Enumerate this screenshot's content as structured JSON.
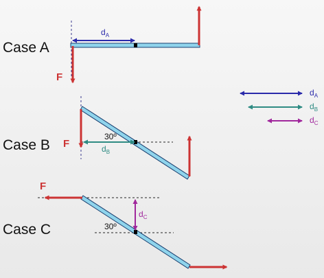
{
  "cases": [
    {
      "id": "A",
      "label": "Case A",
      "force_label": "F",
      "distance_label": "d",
      "distance_sub": "A"
    },
    {
      "id": "B",
      "label": "Case B",
      "force_label": "F",
      "angle_label": "30º",
      "distance_label": "d",
      "distance_sub": "B"
    },
    {
      "id": "C",
      "label": "Case C",
      "force_label": "F",
      "angle_label": "30º",
      "distance_label": "d",
      "distance_sub": "C"
    }
  ],
  "legend": [
    {
      "label": "d",
      "sub": "A",
      "color": "#2a2aaa"
    },
    {
      "label": "d",
      "sub": "B",
      "color": "#2e8b83"
    },
    {
      "label": "d",
      "sub": "C",
      "color": "#a0279c"
    }
  ],
  "colors": {
    "bar_fill": "#8fd4ec",
    "bar_stroke": "#1a3f6f",
    "force": "#cc3333",
    "dashed": "#222222"
  }
}
